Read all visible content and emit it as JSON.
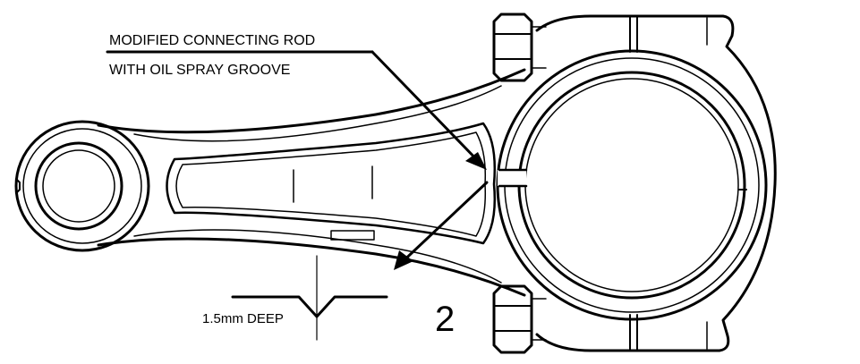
{
  "callout": {
    "line1": "MODIFIED CONNECTING ROD",
    "line2": "WITH OIL SPRAY GROOVE"
  },
  "groove_detail": {
    "depth_label": "1.5mm DEEP"
  },
  "figure_number": "2"
}
